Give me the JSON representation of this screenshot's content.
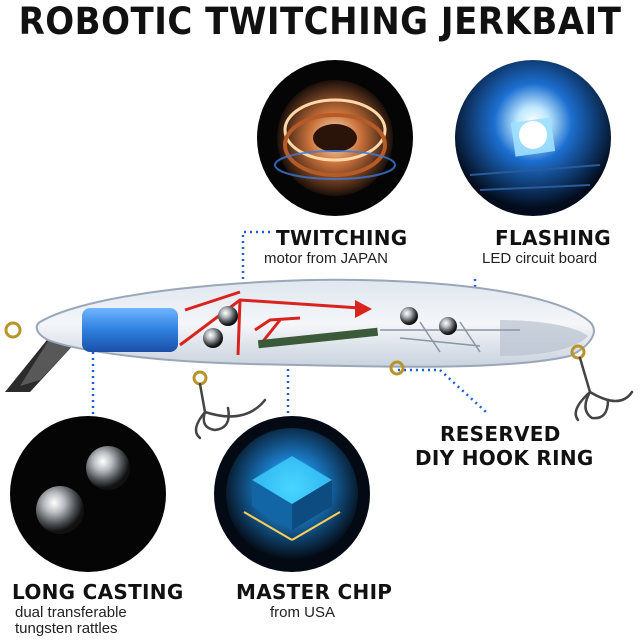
{
  "title": "ROBOTIC TWITCHING JERKBAIT",
  "features": {
    "twitching": {
      "heading": "TWITCHING",
      "sub": "motor from JAPAN",
      "icon": "motor-coil-icon"
    },
    "flashing": {
      "heading": "FLASHING",
      "sub": "LED circuit board",
      "icon": "led-chip-icon"
    },
    "reserved": {
      "heading_line1": "RESERVED",
      "heading_line2": "DIY HOOK RING",
      "icon": "hook-ring-icon"
    },
    "long_casting": {
      "heading": "LONG CASTING",
      "sub_line1": "dual transferable",
      "sub_line2": "tungsten rattles",
      "icon": "tungsten-balls-icon"
    },
    "master_chip": {
      "heading": "MASTER CHIP",
      "sub": "from USA",
      "icon": "microchip-icon"
    }
  },
  "colors": {
    "connector": "#1f5fd6",
    "accent_red": "#d9231e",
    "battery_blue": "#2e7fe0"
  }
}
